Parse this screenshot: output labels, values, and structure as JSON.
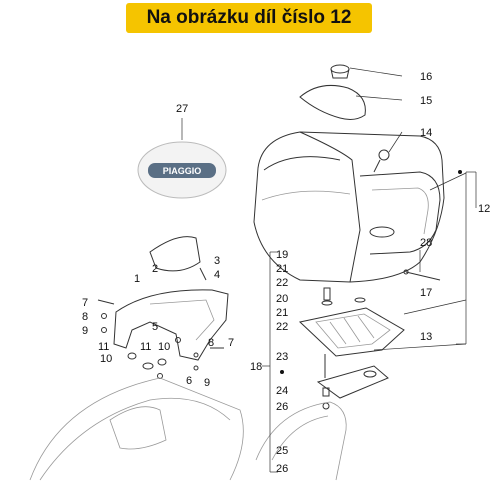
{
  "banner": {
    "title": "Na obrázku díl číslo 12",
    "color": "#f5c400"
  },
  "logo_badge": {
    "text": "PIAGGIO"
  },
  "callouts": {
    "c27": "27",
    "c16": "16",
    "c15": "15",
    "c14": "14",
    "c12": "12",
    "c19": "19",
    "c21a": "21",
    "c22a": "22",
    "c20": "20",
    "c21b": "21",
    "c22b": "22",
    "c28": "28",
    "c17": "17",
    "c13": "13",
    "c18": "18",
    "c23": "23",
    "c24": "24",
    "c26a": "26",
    "c25": "25",
    "c26b": "26",
    "c3": "3",
    "c4": "4",
    "c2": "2",
    "c1": "1",
    "c7a": "7",
    "c8a": "8",
    "c9a": "9",
    "c5": "5",
    "c11a": "11",
    "c10a": "10",
    "c11b": "11",
    "c10b": "10",
    "c8b": "8",
    "c7b": "7",
    "c6": "6",
    "c9b": "9"
  }
}
